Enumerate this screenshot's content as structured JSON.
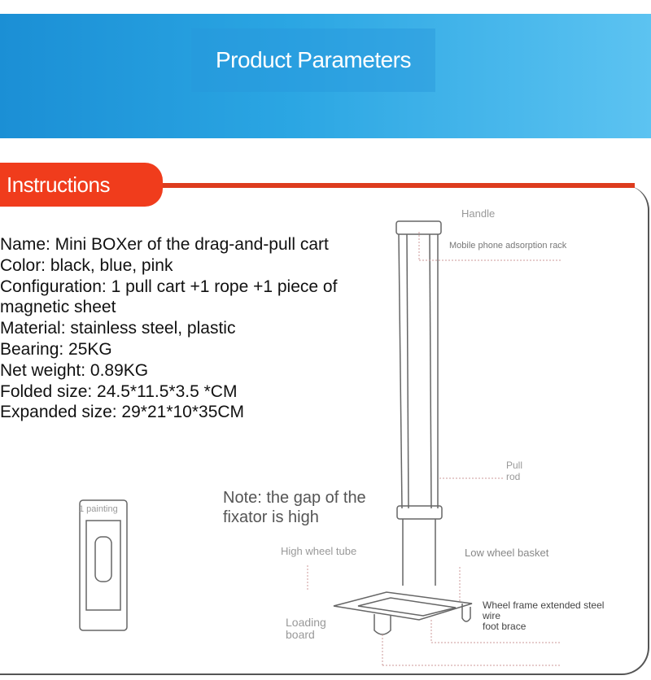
{
  "header": {
    "title": "Product Parameters"
  },
  "section": {
    "title": "Instructions"
  },
  "specs": [
    "Name: Mini BOXer of the drag-and-pull cart",
    "Color: black, blue, pink",
    "Configuration: 1 pull cart +1 rope +1 piece of",
    "magnetic sheet",
    "Material: stainless steel, plastic",
    "Bearing: 25KG",
    "Net weight: 0.89KG",
    "Folded size: 24.5*11.5*3.5 *CM",
    "Expanded size: 29*21*10*35CM"
  ],
  "note": {
    "line1": "Note: the gap of the",
    "line2": "fixator is high"
  },
  "labels": {
    "handle": "Handle",
    "phone_rack": "Mobile phone adsorption rack",
    "pull_rod_1": "Pull",
    "pull_rod_2": "rod",
    "painting": "1 painting",
    "high_wheel_tube": "High wheel tube",
    "low_wheel_basket": "Low wheel basket",
    "wheel_frame_1": "Wheel frame extended steel",
    "wheel_frame_2": "wire",
    "foot_brace": "foot brace",
    "loading_1": "Loading",
    "loading_2": "board"
  },
  "colors": {
    "banner_start": "#1b8fd5",
    "banner_end": "#5cc3f1",
    "accent": "#f03c1c"
  }
}
